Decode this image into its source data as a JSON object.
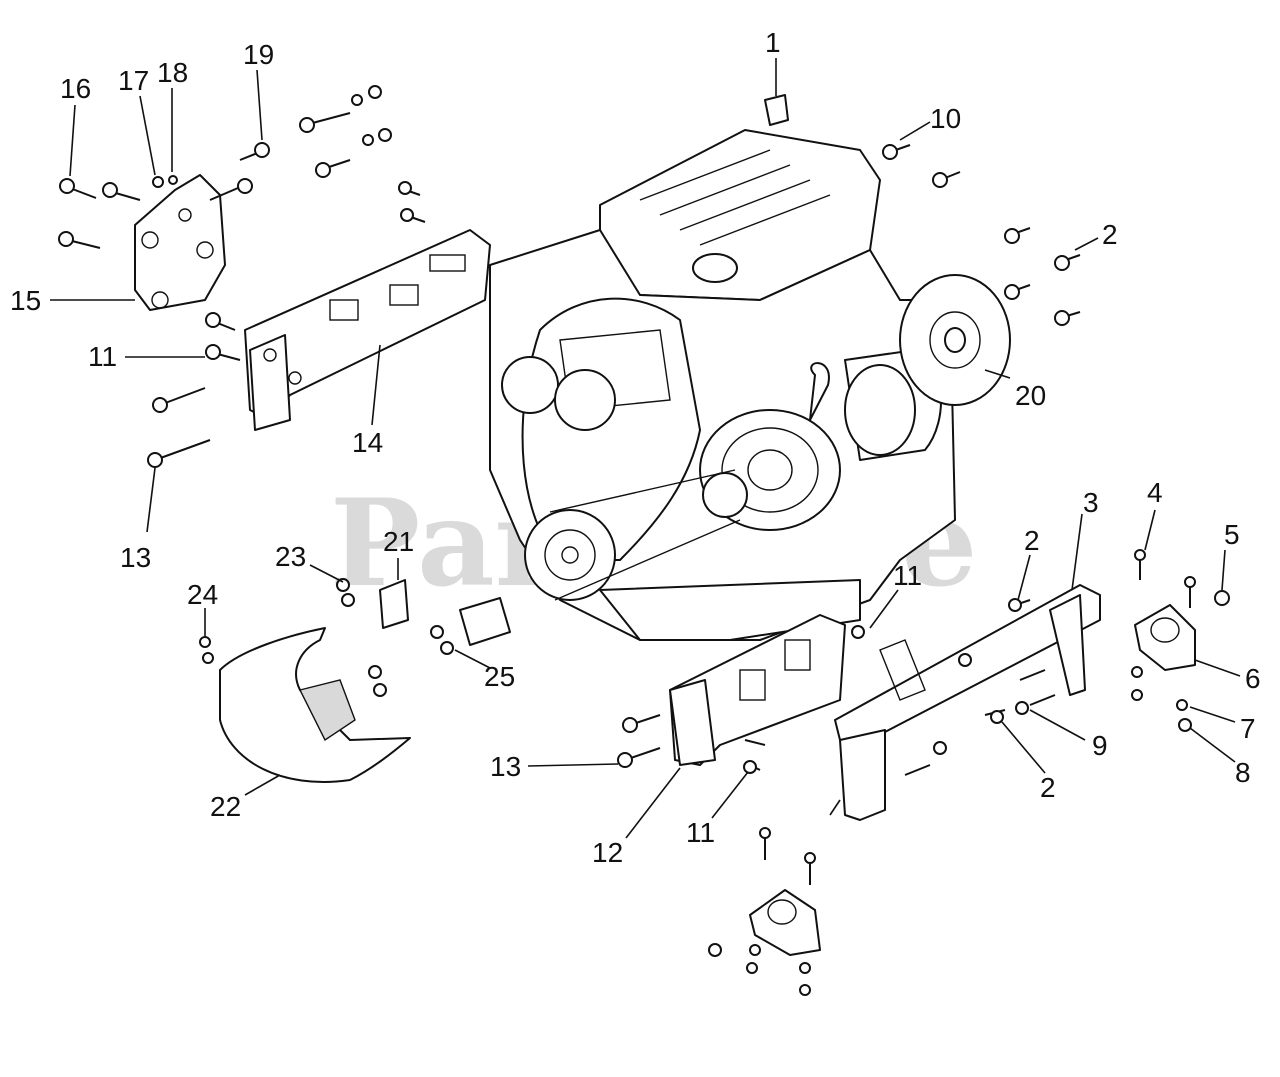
{
  "watermark": "PartsTree",
  "callouts": [
    {
      "id": "c1",
      "text": "1"
    },
    {
      "id": "c2a",
      "text": "2"
    },
    {
      "id": "c2b",
      "text": "2"
    },
    {
      "id": "c2c",
      "text": "2"
    },
    {
      "id": "c3",
      "text": "3"
    },
    {
      "id": "c4",
      "text": "4"
    },
    {
      "id": "c5",
      "text": "5"
    },
    {
      "id": "c6",
      "text": "6"
    },
    {
      "id": "c7",
      "text": "7"
    },
    {
      "id": "c8",
      "text": "8"
    },
    {
      "id": "c9",
      "text": "9"
    },
    {
      "id": "c10",
      "text": "10"
    },
    {
      "id": "c11a",
      "text": "11"
    },
    {
      "id": "c11b",
      "text": "11"
    },
    {
      "id": "c11c",
      "text": "11"
    },
    {
      "id": "c12",
      "text": "12"
    },
    {
      "id": "c13a",
      "text": "13"
    },
    {
      "id": "c13b",
      "text": "13"
    },
    {
      "id": "c14",
      "text": "14"
    },
    {
      "id": "c15",
      "text": "15"
    },
    {
      "id": "c16",
      "text": "16"
    },
    {
      "id": "c17",
      "text": "17"
    },
    {
      "id": "c18",
      "text": "18"
    },
    {
      "id": "c19",
      "text": "19"
    },
    {
      "id": "c20",
      "text": "20"
    },
    {
      "id": "c21",
      "text": "21"
    },
    {
      "id": "c22",
      "text": "22"
    },
    {
      "id": "c23",
      "text": "23"
    },
    {
      "id": "c24",
      "text": "24"
    },
    {
      "id": "c25",
      "text": "25"
    }
  ]
}
